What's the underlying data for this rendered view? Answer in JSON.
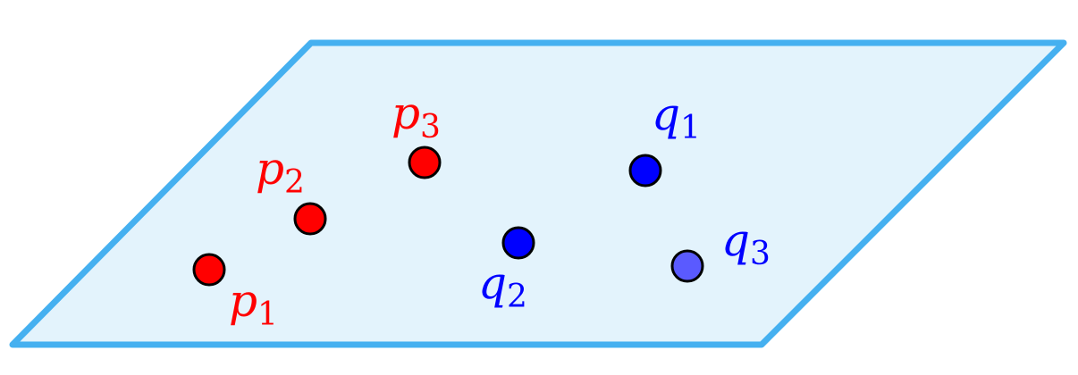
{
  "colors": {
    "plane_fill": "#e3f3fc",
    "plane_edge": "#45b0f0",
    "p_fill": "#ff0000",
    "q_fill": "#0000ff",
    "q3_fill": "#5a5aff",
    "p_label": "#ff0000",
    "q_label": "#0000ff",
    "outline": "#000000"
  },
  "plane": {
    "shape": "parallelogram"
  },
  "points": [
    {
      "id": "p1",
      "base": "p",
      "sub": "1",
      "set": "p"
    },
    {
      "id": "p2",
      "base": "p",
      "sub": "2",
      "set": "p"
    },
    {
      "id": "p3",
      "base": "p",
      "sub": "3",
      "set": "p"
    },
    {
      "id": "q1",
      "base": "q",
      "sub": "1",
      "set": "q"
    },
    {
      "id": "q2",
      "base": "q",
      "sub": "2",
      "set": "q"
    },
    {
      "id": "q3",
      "base": "q",
      "sub": "3",
      "set": "q"
    }
  ]
}
